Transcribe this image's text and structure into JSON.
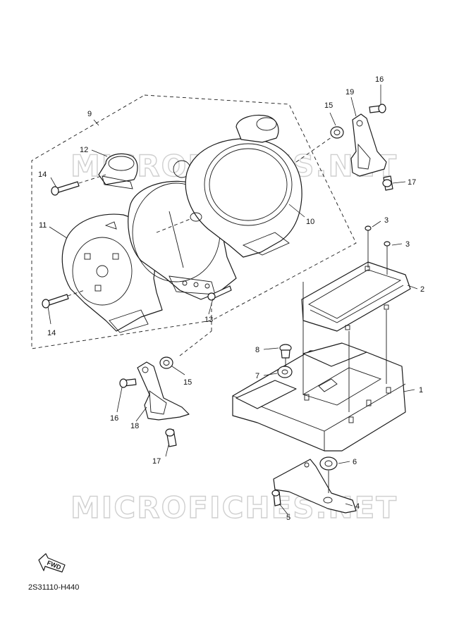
{
  "diagram": {
    "code": "2S31110-H440",
    "direction_label": "FWD",
    "watermarks": [
      "MICROFICHES.NET",
      "MICROFICHES.NET"
    ],
    "callouts": [
      "1",
      "2",
      "3",
      "3",
      "4",
      "5",
      "6",
      "7",
      "8",
      "9",
      "10",
      "11",
      "12",
      "13",
      "14",
      "14",
      "15",
      "15",
      "16",
      "16",
      "17",
      "17",
      "18",
      "19"
    ],
    "colors": {
      "line": "#1a1a1a",
      "watermark": "#cfcfcf",
      "background": "#ffffff"
    }
  }
}
